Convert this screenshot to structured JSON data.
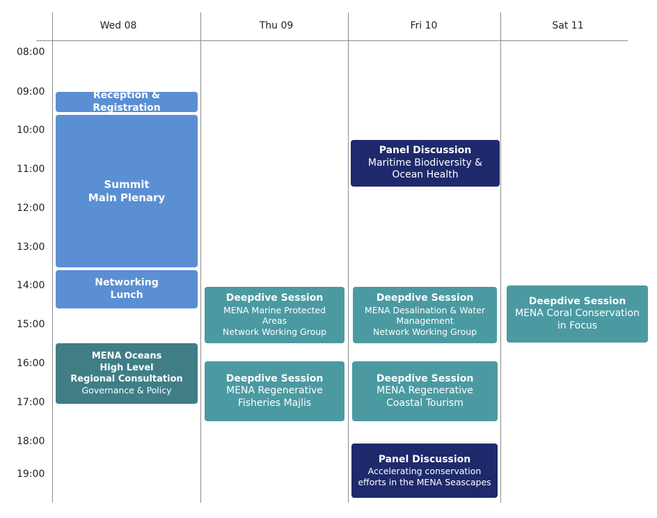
{
  "days": [
    "Wed 08",
    "Thu 09",
    "Fri 10",
    "Sat 11"
  ],
  "times": [
    "08:00",
    "09:00",
    "10:00",
    "11:00",
    "12:00",
    "13:00",
    "14:00",
    "15:00",
    "16:00",
    "17:00",
    "18:00",
    "19:00"
  ],
  "events": {
    "reception": {
      "title": "Reception & Registration"
    },
    "summit": {
      "title_line1": "Summit",
      "title_line2": "Main Plenary"
    },
    "networking": {
      "title_line1": "Networking",
      "title_line2": "Lunch"
    },
    "mena_oceans": {
      "line1": "MENA Oceans",
      "line2": "High Level",
      "line3": "Regional Consultation",
      "sub": "Governance & Policy"
    },
    "thu_deepdive_1": {
      "title": "Deepdive Session",
      "line1": "MENA Marine Protected",
      "line2": "Areas",
      "line3": "Network Working Group"
    },
    "thu_deepdive_2": {
      "title": "Deepdive Session",
      "line1": "MENA Regenerative",
      "line2": "Fisheries Majlis"
    },
    "fri_panel_1": {
      "title": "Panel Discussion",
      "line1": "Maritime Biodiversity &",
      "line2": "Ocean Health"
    },
    "fri_deepdive_1": {
      "title": "Deepdive Session",
      "line1": "MENA Desalination & Water",
      "line2": "Management",
      "line3": "Network Working Group"
    },
    "fri_deepdive_2": {
      "title": "Deepdive Session",
      "line1": "MENA Regenerative",
      "line2": "Coastal Tourism"
    },
    "fri_panel_2": {
      "title": "Panel Discussion",
      "line1": "Accelerating conservation",
      "line2": "efforts in the MENA Seascapes"
    },
    "sat_deepdive": {
      "title": "Deepdive Session",
      "line1": "MENA Coral Conservation",
      "line2": "in Focus"
    }
  },
  "colors": {
    "light_blue": "#5b8fd3",
    "navy": "#1e2a6b",
    "teal": "#4b9aa2",
    "dark_teal": "#3f7e85"
  }
}
